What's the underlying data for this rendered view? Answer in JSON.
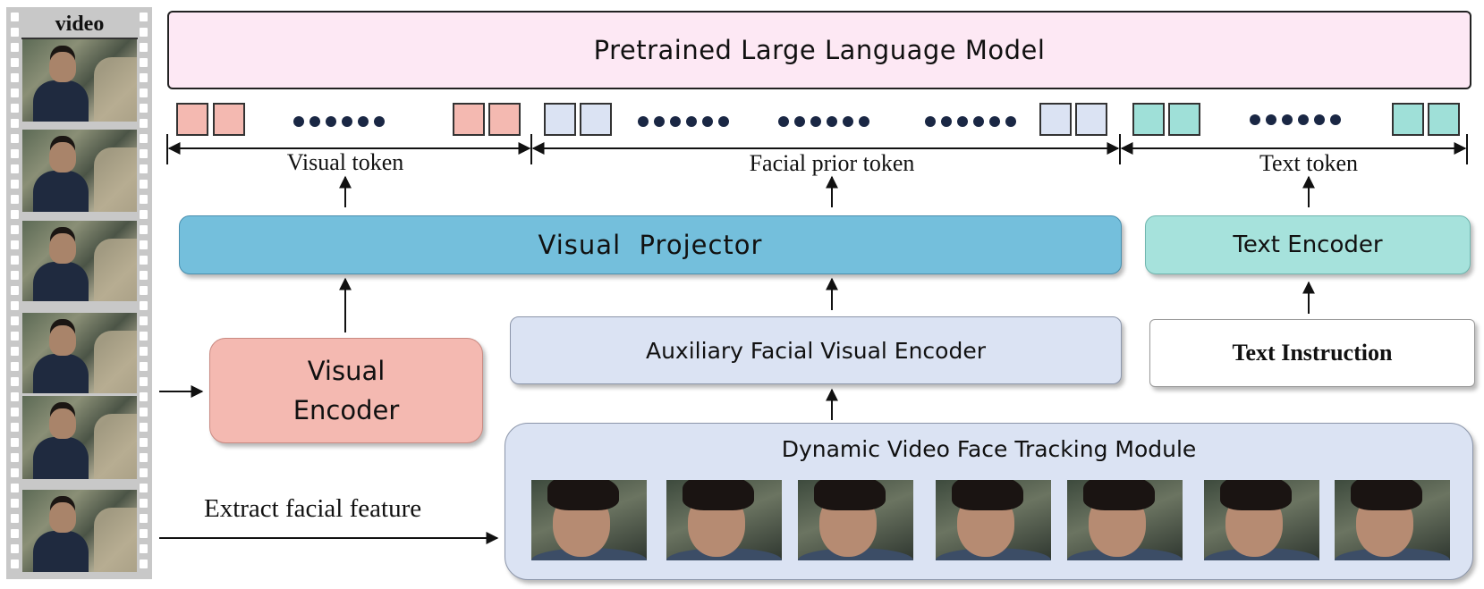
{
  "film_strip": {
    "label": "video"
  },
  "llm": {
    "label": "Pretrained Large Language Model"
  },
  "token_groups": {
    "visual": "Visual token",
    "facial": "Facial prior token",
    "text": "Text token"
  },
  "modules": {
    "visual_projector": "Visual  Projector",
    "text_encoder": "Text Encoder",
    "visual_encoder_line1": "Visual",
    "visual_encoder_line2": "Encoder",
    "aux_facial_encoder": "Auxiliary Facial Visual Encoder",
    "text_instruction": "Text Instruction",
    "face_tracking": "Dynamic Video Face Tracking Module"
  },
  "extract_label": "Extract facial feature",
  "colors": {
    "llm_fill": "#fde8f4",
    "visual_token": "#f4b9b1",
    "facial_token": "#dbe3f3",
    "text_token": "#9fe0d8",
    "projector": "#74bfdc",
    "text_encoder": "#a6e2dc"
  }
}
